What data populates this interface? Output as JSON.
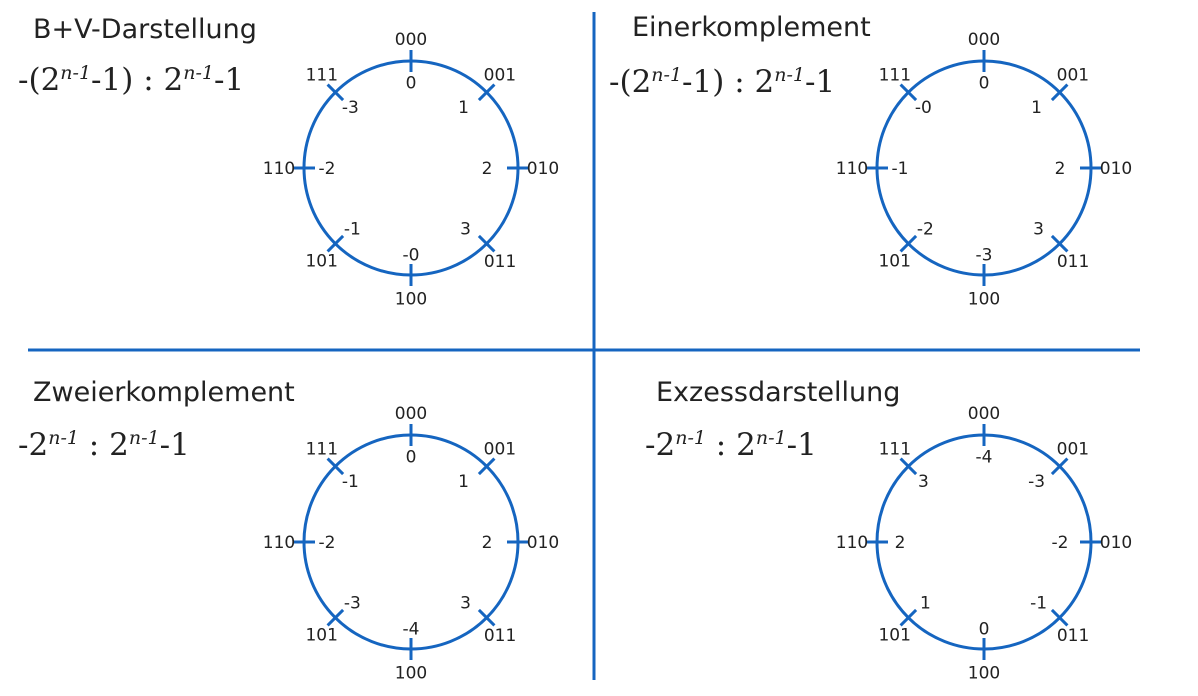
{
  "accent_color": "#1565c0",
  "binary_codes": [
    "000",
    "001",
    "010",
    "011",
    "100",
    "101",
    "110",
    "111"
  ],
  "panels": [
    {
      "title": "B+V-Darstellung",
      "formula": {
        "p1": "-(2",
        "s1": "n-1",
        "p2": "-1) : 2",
        "s2": "n-1",
        "p3": "-1"
      },
      "values": [
        "0",
        "1",
        "2",
        "3",
        "-0",
        "-1",
        "-2",
        "-3"
      ]
    },
    {
      "title": "Einerkomplement",
      "formula": {
        "p1": "-(2",
        "s1": "n-1",
        "p2": "-1) : 2",
        "s2": "n-1",
        "p3": "-1"
      },
      "values": [
        "0",
        "1",
        "2",
        "3",
        "-3",
        "-2",
        "-1",
        "-0"
      ]
    },
    {
      "title": "Zweierkomplement",
      "formula": {
        "p1": "-2",
        "s1": "n-1",
        "p2": " : 2",
        "s2": "n-1",
        "p3": "-1"
      },
      "values": [
        "0",
        "1",
        "2",
        "3",
        "-4",
        "-3",
        "-2",
        "-1"
      ]
    },
    {
      "title": "Exzessdarstellung",
      "formula": {
        "p1": "-2",
        "s1": "n-1",
        "p2": " : 2",
        "s2": "n-1",
        "p3": "-1"
      },
      "values": [
        "-4",
        "-3",
        "-2",
        "-1",
        "0",
        "1",
        "2",
        "3"
      ]
    }
  ]
}
